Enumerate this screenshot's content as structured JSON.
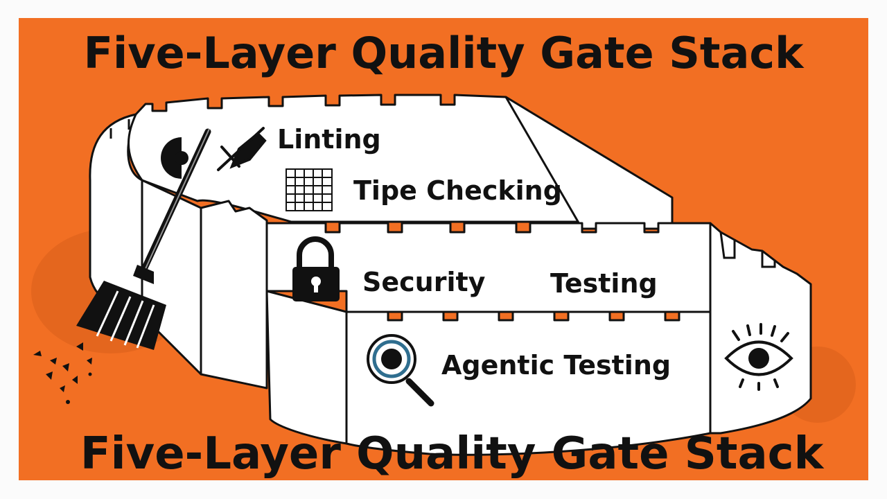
{
  "colors": {
    "background_page": "#fbfbfb",
    "background_panel": "#f26f23",
    "wall_fill": "#ffffff",
    "outline": "#111111",
    "accent_ring": "#2f6e8f"
  },
  "title_top": "Five-Layer Quality Gate Stack",
  "title_bottom": "Five-Layer Quality Gate Stack",
  "layers": [
    {
      "label": "Linting",
      "icon": "pencil-strikethrough-icon"
    },
    {
      "label": "Tipe Checking",
      "icon": "grid-icon"
    },
    {
      "label": "Security",
      "icon": "padlock-icon"
    },
    {
      "label": "Testing",
      "icon": ""
    },
    {
      "label": "Agentic Testing",
      "icon": "magnifier-icon"
    }
  ],
  "decorations": [
    "broom-icon",
    "half-circle-icon",
    "eye-icon",
    "debris"
  ]
}
